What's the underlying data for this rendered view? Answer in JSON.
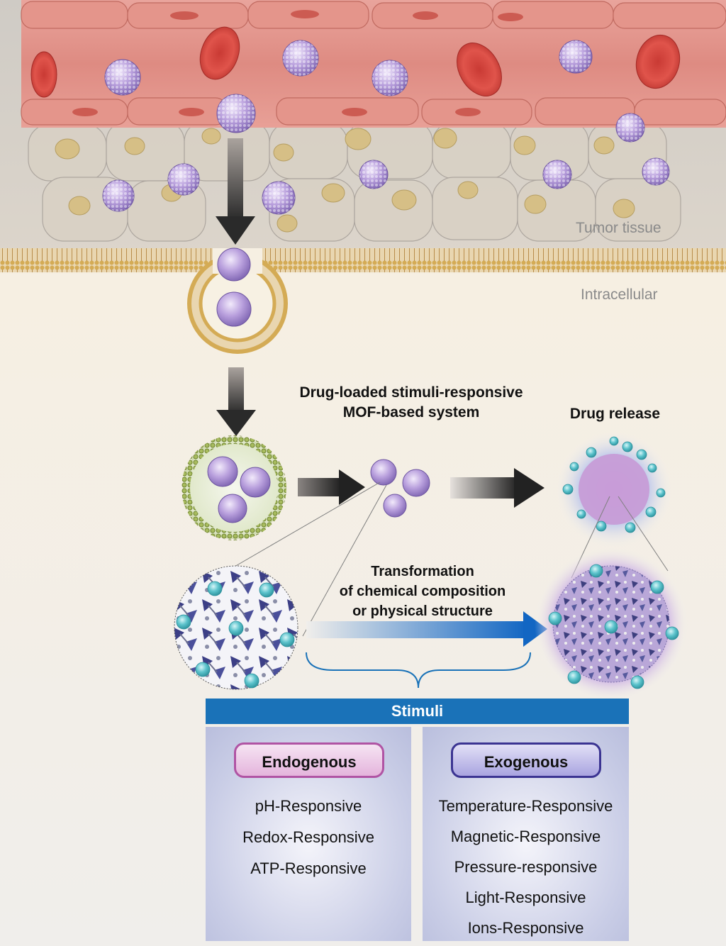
{
  "labels": {
    "tumor_tissue": "Tumor tissue",
    "intracellular": "Intracellular",
    "system_line1": "Drug-loaded stimuli-responsive",
    "system_line2": "MOF-based system",
    "drug_release": "Drug release",
    "transform_line1": "Transformation",
    "transform_line2": "of chemical composition",
    "transform_line3": "or physical structure"
  },
  "stimuli": {
    "title": "Stimuli",
    "endogenous": {
      "label": "Endogenous",
      "items": [
        "pH-Responsive",
        "Redox-Responsive",
        "ATP-Responsive"
      ]
    },
    "exogenous": {
      "label": "Exogenous",
      "items": [
        "Temperature-Responsive",
        "Magnetic-Responsive",
        "Pressure-responsive",
        "Light-Responsive",
        "Ions-Responsive"
      ]
    }
  },
  "colors": {
    "vessel": "#d9827c",
    "red_blood_cell": "#d9463f",
    "nanoparticle": "#a78bd0",
    "drug": "#4fb7c2",
    "membrane": "#c9a55f",
    "stimuli_bar": "#1a72b8",
    "endogenous_border": "#b054a4",
    "exogenous_border": "#3b3492"
  }
}
